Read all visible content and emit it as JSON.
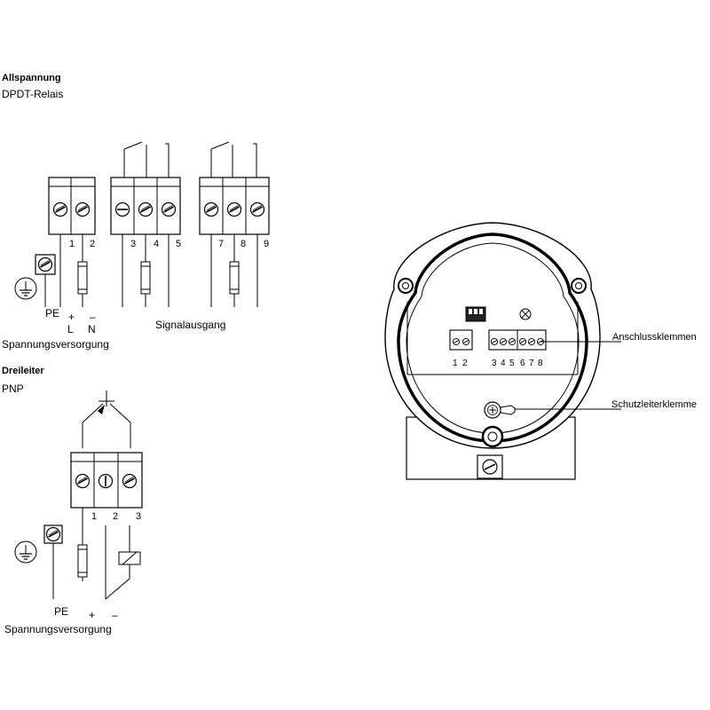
{
  "section1": {
    "title": "Allspannung",
    "subtitle": "DPDT-Relais",
    "terminals": [
      "1",
      "2",
      "3",
      "4",
      "5",
      "7",
      "8",
      "9"
    ],
    "pe_label": "PE",
    "plus_label": "+",
    "l_label": "L",
    "minus_label": "–",
    "n_label": "N",
    "supply_label": "Spannungsversorgung",
    "signal_label": "Signalausgang"
  },
  "section2": {
    "title": "Dreileiter",
    "subtitle": "PNP",
    "terminals": [
      "1",
      "2",
      "3"
    ],
    "pe_label": "PE",
    "plus_label": "+",
    "minus_label": "–",
    "supply_label": "Spannungsversorgung"
  },
  "housing": {
    "terminals": [
      "1",
      "2",
      "3",
      "4",
      "5",
      "6",
      "7",
      "8"
    ],
    "callout_terminals": "Anschlussklemmen",
    "callout_ground": "Schutzleiterklemme"
  }
}
